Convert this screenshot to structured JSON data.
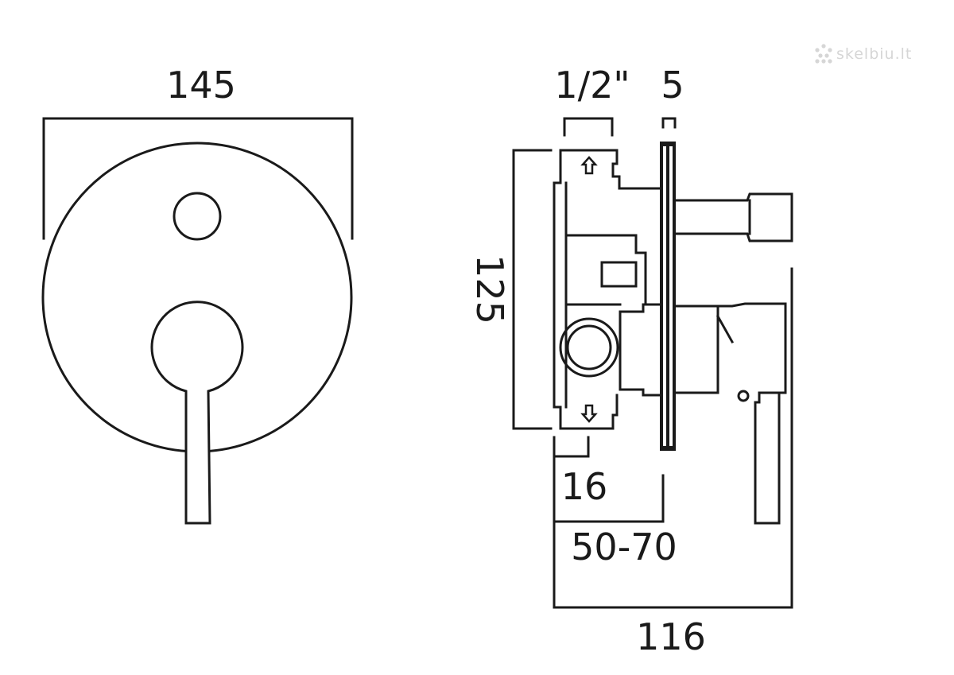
{
  "watermark": {
    "text": "skelbiu.lt",
    "icon": "dots-logo-icon",
    "color": "#d6d6d6"
  },
  "front_view": {
    "width_label": "145"
  },
  "side_view": {
    "thread_label": "1/2\"",
    "plate_thickness_label": "5",
    "height_label": "125",
    "inlet_offset_label": "16",
    "install_depth_label": "50-70",
    "total_depth_label": "116",
    "flow_arrows": [
      "up-arrow-icon",
      "down-arrow-icon"
    ]
  },
  "colors": {
    "line": "#1a1a1a",
    "background": "#ffffff"
  }
}
